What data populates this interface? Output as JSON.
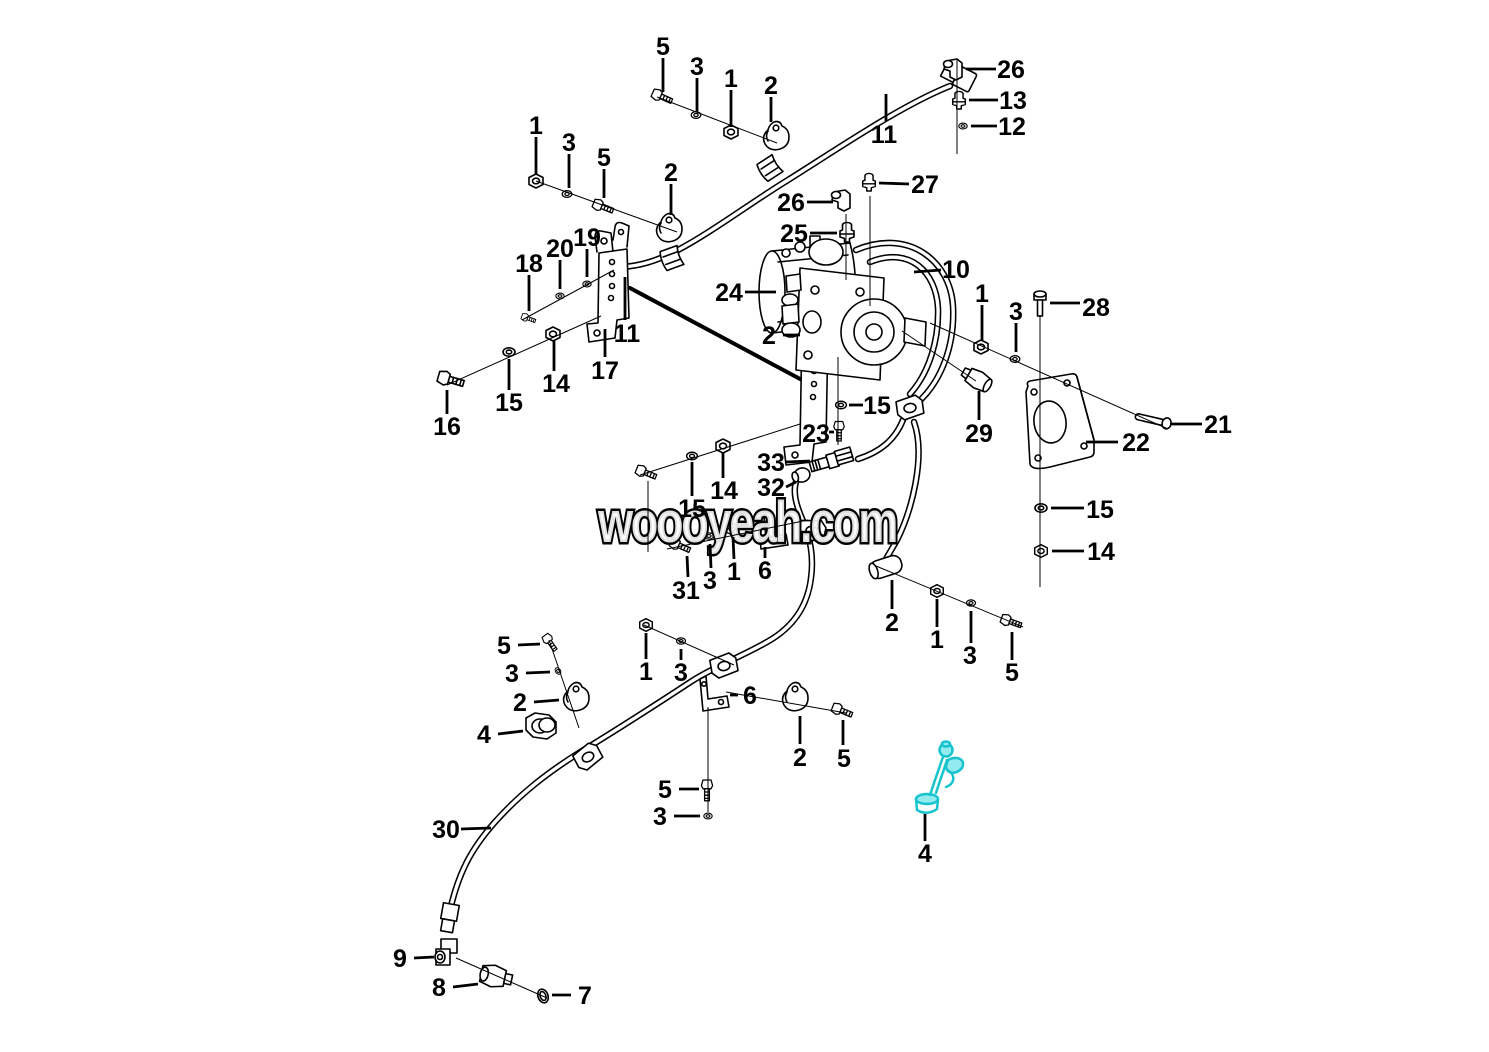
{
  "diagram": {
    "background": "#ffffff",
    "line_color": "#000000",
    "watermark": {
      "text": "woooyeah.com"
    },
    "highlight": {
      "label": "4",
      "stroke": "#17C4CE",
      "fill": "#93EAEF"
    },
    "callouts": [
      {
        "n": "5",
        "t": [
          663,
          46
        ],
        "l": [
          663,
          58,
          663,
          92
        ]
      },
      {
        "n": "3",
        "t": [
          697,
          66
        ],
        "l": [
          697,
          78,
          697,
          111
        ]
      },
      {
        "n": "1",
        "t": [
          731,
          78
        ],
        "l": [
          731,
          90,
          731,
          127
        ]
      },
      {
        "n": "2",
        "t": [
          771,
          85
        ],
        "l": [
          771,
          97,
          771,
          122
        ]
      },
      {
        "n": "11",
        "t": [
          884,
          134
        ],
        "l": [
          886,
          121,
          886,
          94
        ]
      },
      {
        "n": "26",
        "t": [
          1011,
          69
        ],
        "l": [
          996,
          69,
          966,
          69
        ]
      },
      {
        "n": "13",
        "t": [
          1013,
          100
        ],
        "l": [
          998,
          100,
          969,
          100
        ]
      },
      {
        "n": "12",
        "t": [
          1012,
          126
        ],
        "l": [
          997,
          126,
          971,
          126
        ]
      },
      {
        "n": "1",
        "t": [
          536,
          125
        ],
        "l": [
          536,
          137,
          536,
          174
        ]
      },
      {
        "n": "3",
        "t": [
          569,
          142
        ],
        "l": [
          569,
          154,
          569,
          188
        ]
      },
      {
        "n": "5",
        "t": [
          604,
          157
        ],
        "l": [
          604,
          169,
          604,
          198
        ]
      },
      {
        "n": "2",
        "t": [
          671,
          172
        ],
        "l": [
          671,
          184,
          671,
          215
        ]
      },
      {
        "n": "18",
        "t": [
          529,
          263
        ],
        "l": [
          529,
          275,
          529,
          311
        ]
      },
      {
        "n": "20",
        "t": [
          560,
          248
        ],
        "l": [
          560,
          260,
          560,
          289
        ]
      },
      {
        "n": "19",
        "t": [
          587,
          237
        ],
        "l": [
          587,
          249,
          587,
          277
        ]
      },
      {
        "n": "11",
        "t": [
          627,
          333
        ],
        "l": [
          625,
          320,
          625,
          277
        ]
      },
      {
        "n": "17",
        "t": [
          605,
          370
        ],
        "l": [
          605,
          357,
          605,
          329
        ]
      },
      {
        "n": "16",
        "t": [
          447,
          426
        ],
        "l": [
          447,
          414,
          447,
          390
        ]
      },
      {
        "n": "15",
        "t": [
          509,
          402
        ],
        "l": [
          509,
          390,
          509,
          359
        ]
      },
      {
        "n": "14",
        "t": [
          556,
          383
        ],
        "l": [
          554,
          371,
          554,
          341
        ]
      },
      {
        "n": "26",
        "t": [
          791,
          202
        ],
        "l": [
          807,
          202,
          833,
          202
        ]
      },
      {
        "n": "25",
        "t": [
          794,
          233
        ],
        "l": [
          810,
          233,
          837,
          233
        ]
      },
      {
        "n": "27",
        "t": [
          925,
          184
        ],
        "l": [
          909,
          184,
          879,
          183
        ]
      },
      {
        "n": "24",
        "t": [
          729,
          292
        ],
        "l": [
          745,
          292,
          776,
          292
        ]
      },
      {
        "n": "10",
        "t": [
          956,
          269
        ],
        "l": [
          941,
          270,
          914,
          272
        ]
      },
      {
        "n": "2",
        "t": [
          769,
          335
        ],
        "l": [
          783,
          335,
          800,
          335
        ]
      },
      {
        "n": "1",
        "t": [
          982,
          293
        ],
        "l": [
          982,
          305,
          982,
          340
        ]
      },
      {
        "n": "3",
        "t": [
          1016,
          311
        ],
        "l": [
          1016,
          323,
          1016,
          352
        ]
      },
      {
        "n": "29",
        "t": [
          979,
          433
        ],
        "l": [
          979,
          420,
          979,
          391
        ]
      },
      {
        "n": "28",
        "t": [
          1096,
          307
        ],
        "l": [
          1080,
          303,
          1050,
          303
        ]
      },
      {
        "n": "21",
        "t": [
          1218,
          424
        ],
        "l": [
          1202,
          424,
          1170,
          424
        ]
      },
      {
        "n": "22",
        "t": [
          1136,
          442
        ],
        "l": [
          1118,
          442,
          1086,
          442
        ]
      },
      {
        "n": "15",
        "t": [
          1100,
          509
        ],
        "l": [
          1084,
          508,
          1051,
          508
        ]
      },
      {
        "n": "14",
        "t": [
          1101,
          551
        ],
        "l": [
          1084,
          551,
          1052,
          551
        ]
      },
      {
        "n": "23",
        "t": [
          816,
          433
        ],
        "l": [
          829,
          432,
          834,
          432
        ]
      },
      {
        "n": "15",
        "t": [
          877,
          405
        ],
        "l": [
          863,
          405,
          849,
          405
        ]
      },
      {
        "n": "33",
        "t": [
          771,
          462
        ],
        "l": [
          786,
          462,
          810,
          461
        ]
      },
      {
        "n": "32",
        "t": [
          771,
          487
        ],
        "l": [
          786,
          487,
          796,
          482
        ]
      },
      {
        "n": "15",
        "t": [
          692,
          508
        ],
        "l": [
          692,
          496,
          692,
          462
        ]
      },
      {
        "n": "14",
        "t": [
          724,
          490
        ],
        "l": [
          723,
          478,
          723,
          452
        ]
      },
      {
        "n": "31",
        "t": [
          686,
          590
        ],
        "l": [
          688,
          577,
          687,
          556
        ]
      },
      {
        "n": "3",
        "t": [
          710,
          580
        ],
        "l": [
          711,
          568,
          710,
          544
        ]
      },
      {
        "n": "1",
        "t": [
          734,
          571
        ],
        "l": [
          734,
          559,
          733,
          537
        ]
      },
      {
        "n": "6",
        "t": [
          765,
          570
        ],
        "l": [
          765,
          558,
          765,
          547
        ]
      },
      {
        "n": "2",
        "t": [
          892,
          622
        ],
        "l": [
          892,
          609,
          892,
          580
        ]
      },
      {
        "n": "1",
        "t": [
          937,
          639
        ],
        "l": [
          937,
          627,
          937,
          599
        ]
      },
      {
        "n": "3",
        "t": [
          970,
          655
        ],
        "l": [
          971,
          643,
          971,
          611
        ]
      },
      {
        "n": "5",
        "t": [
          1012,
          672
        ],
        "l": [
          1012,
          660,
          1012,
          632
        ]
      },
      {
        "n": "1",
        "t": [
          646,
          671
        ],
        "l": [
          646,
          659,
          646,
          633
        ]
      },
      {
        "n": "3",
        "t": [
          681,
          672
        ],
        "l": [
          681,
          660,
          681,
          649
        ]
      },
      {
        "n": "6",
        "t": [
          750,
          695
        ],
        "l": [
          738,
          695,
          730,
          695
        ]
      },
      {
        "n": "2",
        "t": [
          800,
          757
        ],
        "l": [
          800,
          744,
          800,
          716
        ]
      },
      {
        "n": "5",
        "t": [
          844,
          758
        ],
        "l": [
          843,
          745,
          843,
          720
        ]
      },
      {
        "n": "5",
        "t": [
          665,
          789
        ],
        "l": [
          679,
          789,
          699,
          789
        ]
      },
      {
        "n": "3",
        "t": [
          660,
          816
        ],
        "l": [
          674,
          816,
          700,
          816
        ]
      },
      {
        "n": "5",
        "t": [
          504,
          645
        ],
        "l": [
          518,
          645,
          540,
          644
        ]
      },
      {
        "n": "3",
        "t": [
          512,
          673
        ],
        "l": [
          526,
          673,
          550,
          672
        ]
      },
      {
        "n": "2",
        "t": [
          520,
          702
        ],
        "l": [
          534,
          702,
          559,
          700
        ]
      },
      {
        "n": "4",
        "t": [
          484,
          734
        ],
        "l": [
          498,
          734,
          523,
          731
        ]
      },
      {
        "n": "30",
        "t": [
          446,
          829
        ],
        "l": [
          461,
          829,
          491,
          828
        ]
      },
      {
        "n": "9",
        "t": [
          400,
          958
        ],
        "l": [
          414,
          958,
          434,
          957
        ]
      },
      {
        "n": "8",
        "t": [
          439,
          987
        ],
        "l": [
          453,
          987,
          478,
          984
        ]
      },
      {
        "n": "7",
        "t": [
          585,
          995
        ],
        "l": [
          571,
          995,
          552,
          995
        ]
      },
      {
        "n": "4",
        "t": [
          925,
          853
        ],
        "l": [
          925,
          841,
          925,
          814
        ]
      }
    ],
    "axis_lines": [
      [
        657,
        97,
        777,
        143
      ],
      [
        536,
        181,
        677,
        232
      ],
      [
        522,
        320,
        614,
        270
      ],
      [
        447,
        385,
        601,
        316
      ],
      [
        640,
        475,
        800,
        424
      ],
      [
        648,
        481,
        648,
        552
      ],
      [
        667,
        549,
        808,
        520
      ],
      [
        930,
        323,
        1168,
        429
      ],
      [
        902,
        331,
        976,
        381
      ],
      [
        957,
        60,
        957,
        154
      ],
      [
        846,
        214,
        846,
        280
      ],
      [
        870,
        196,
        870,
        306
      ],
      [
        838,
        357,
        838,
        445
      ],
      [
        1040,
        315,
        1040,
        587
      ],
      [
        708,
        707,
        708,
        812
      ],
      [
        549,
        640,
        579,
        728
      ],
      [
        456,
        958,
        547,
        998
      ],
      [
        644,
        625,
        734,
        665
      ],
      [
        726,
        692,
        846,
        713
      ],
      [
        876,
        566,
        1023,
        627
      ]
    ]
  }
}
